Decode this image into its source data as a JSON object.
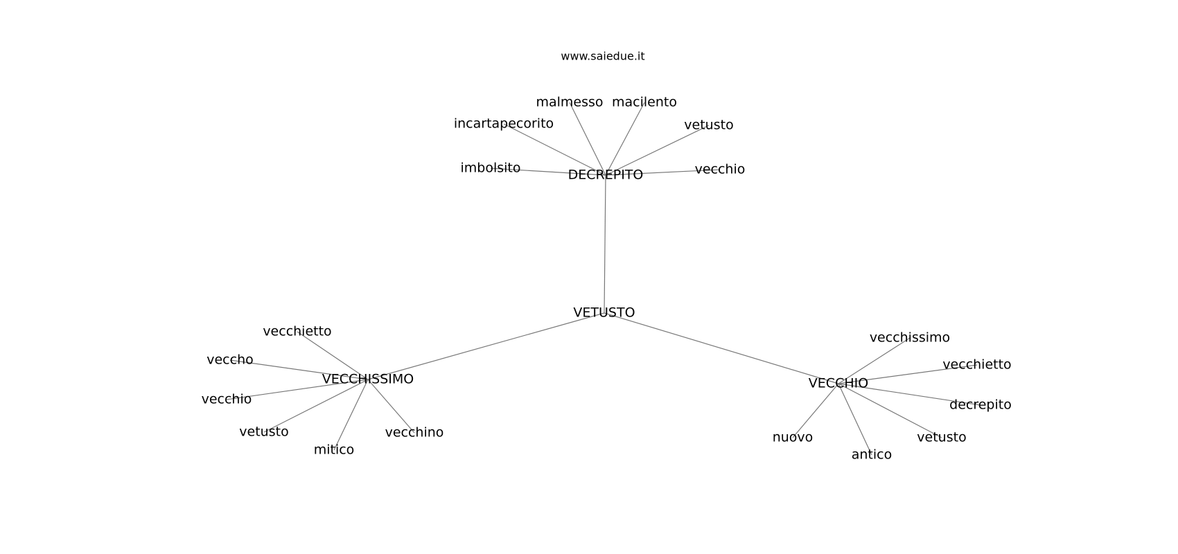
{
  "site": "www.saiedue.it",
  "nodes": [
    {
      "id": "root",
      "label": "VETUSTO"
    },
    {
      "id": "decrepito",
      "label": "DECREPITO"
    },
    {
      "id": "vecchissimo",
      "label": "VECCHISSIMO"
    },
    {
      "id": "vecchio",
      "label": "VECCHIO"
    },
    {
      "id": "d1",
      "label": "malmesso"
    },
    {
      "id": "d2",
      "label": "macilento"
    },
    {
      "id": "d3",
      "label": "incartapecorito"
    },
    {
      "id": "d4",
      "label": "vetusto"
    },
    {
      "id": "d5",
      "label": "imbolsito"
    },
    {
      "id": "d6",
      "label": "vecchio"
    },
    {
      "id": "s1",
      "label": "vecchietto"
    },
    {
      "id": "s2",
      "label": "veccho"
    },
    {
      "id": "s3",
      "label": "vecchio"
    },
    {
      "id": "s4",
      "label": "vetusto"
    },
    {
      "id": "s5",
      "label": "mitico"
    },
    {
      "id": "s6",
      "label": "vecchino"
    },
    {
      "id": "v1",
      "label": "vecchissimo"
    },
    {
      "id": "v2",
      "label": "vecchietto"
    },
    {
      "id": "v3",
      "label": "decrepito"
    },
    {
      "id": "v4",
      "label": "vetusto"
    },
    {
      "id": "v5",
      "label": "nuovo"
    },
    {
      "id": "v6",
      "label": "antico"
    }
  ],
  "edges": [
    [
      "root",
      "decrepito"
    ],
    [
      "root",
      "vecchissimo"
    ],
    [
      "root",
      "vecchio"
    ],
    [
      "decrepito",
      "d1"
    ],
    [
      "decrepito",
      "d2"
    ],
    [
      "decrepito",
      "d3"
    ],
    [
      "decrepito",
      "d4"
    ],
    [
      "decrepito",
      "d5"
    ],
    [
      "decrepito",
      "d6"
    ],
    [
      "vecchissimo",
      "s1"
    ],
    [
      "vecchissimo",
      "s2"
    ],
    [
      "vecchissimo",
      "s3"
    ],
    [
      "vecchissimo",
      "s4"
    ],
    [
      "vecchissimo",
      "s5"
    ],
    [
      "vecchissimo",
      "s6"
    ],
    [
      "vecchio",
      "v1"
    ],
    [
      "vecchio",
      "v2"
    ],
    [
      "vecchio",
      "v3"
    ],
    [
      "vecchio",
      "v4"
    ],
    [
      "vecchio",
      "v5"
    ],
    [
      "vecchio",
      "v6"
    ]
  ]
}
